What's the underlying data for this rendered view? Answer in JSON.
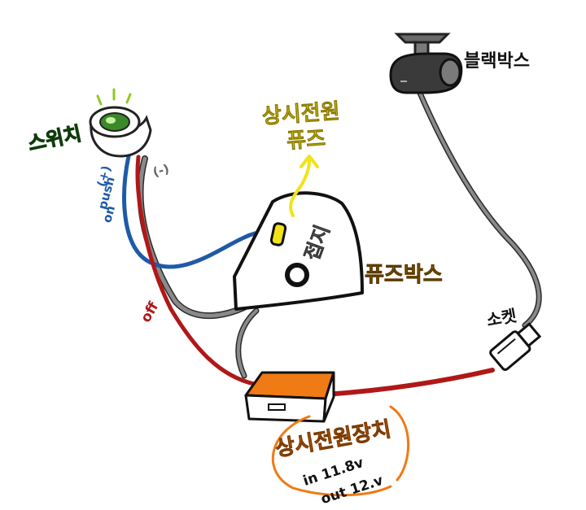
{
  "labels": {
    "switch": "스위치",
    "constant_fuse_line1": "상시전원",
    "constant_fuse_line2": "퓨즈",
    "blackbox": "블랙박스",
    "ground": "접지",
    "fuse_box": "퓨즈박스",
    "socket": "소켓",
    "power_unit": "상시전원장치",
    "voltage_in": "in 11.8v",
    "voltage_out": "out 12.v",
    "wire_plus": "(+)",
    "wire_push": "push",
    "wire_on": "on",
    "wire_minus": "(-)",
    "wire_off": "off"
  },
  "colors": {
    "green": "#2d7a1f",
    "yellow": "#f2e21a",
    "orange": "#f07a14",
    "brown": "#a8761e",
    "blue": "#1f5aa8",
    "red": "#b01818",
    "gray": "#8a8a8a",
    "dark": "#2a2a2a"
  }
}
